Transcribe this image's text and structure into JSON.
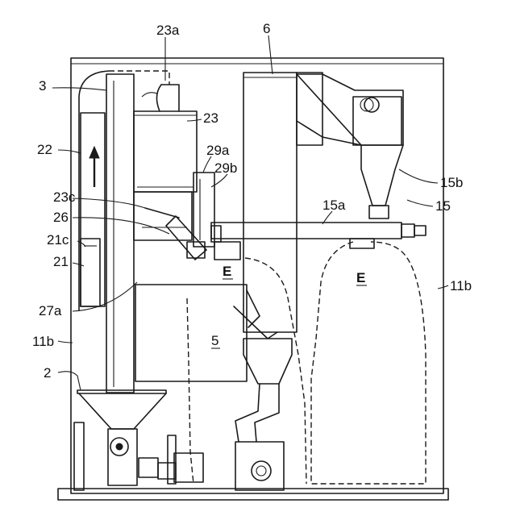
{
  "labels": {
    "l23a": "23a",
    "l6": "6",
    "l3": "3",
    "l23": "23",
    "l22": "22",
    "l29a": "29a",
    "l29b": "29b",
    "l15b": "15b",
    "l23c": "23c",
    "l15a": "15a",
    "l15": "15",
    "l26": "26",
    "l21c": "21c",
    "l21": "21",
    "lE1": "E",
    "lE2": "E",
    "l11b_right": "11b",
    "l27a": "27a",
    "l5": "5",
    "l11b_left": "11b",
    "l2": "2"
  }
}
